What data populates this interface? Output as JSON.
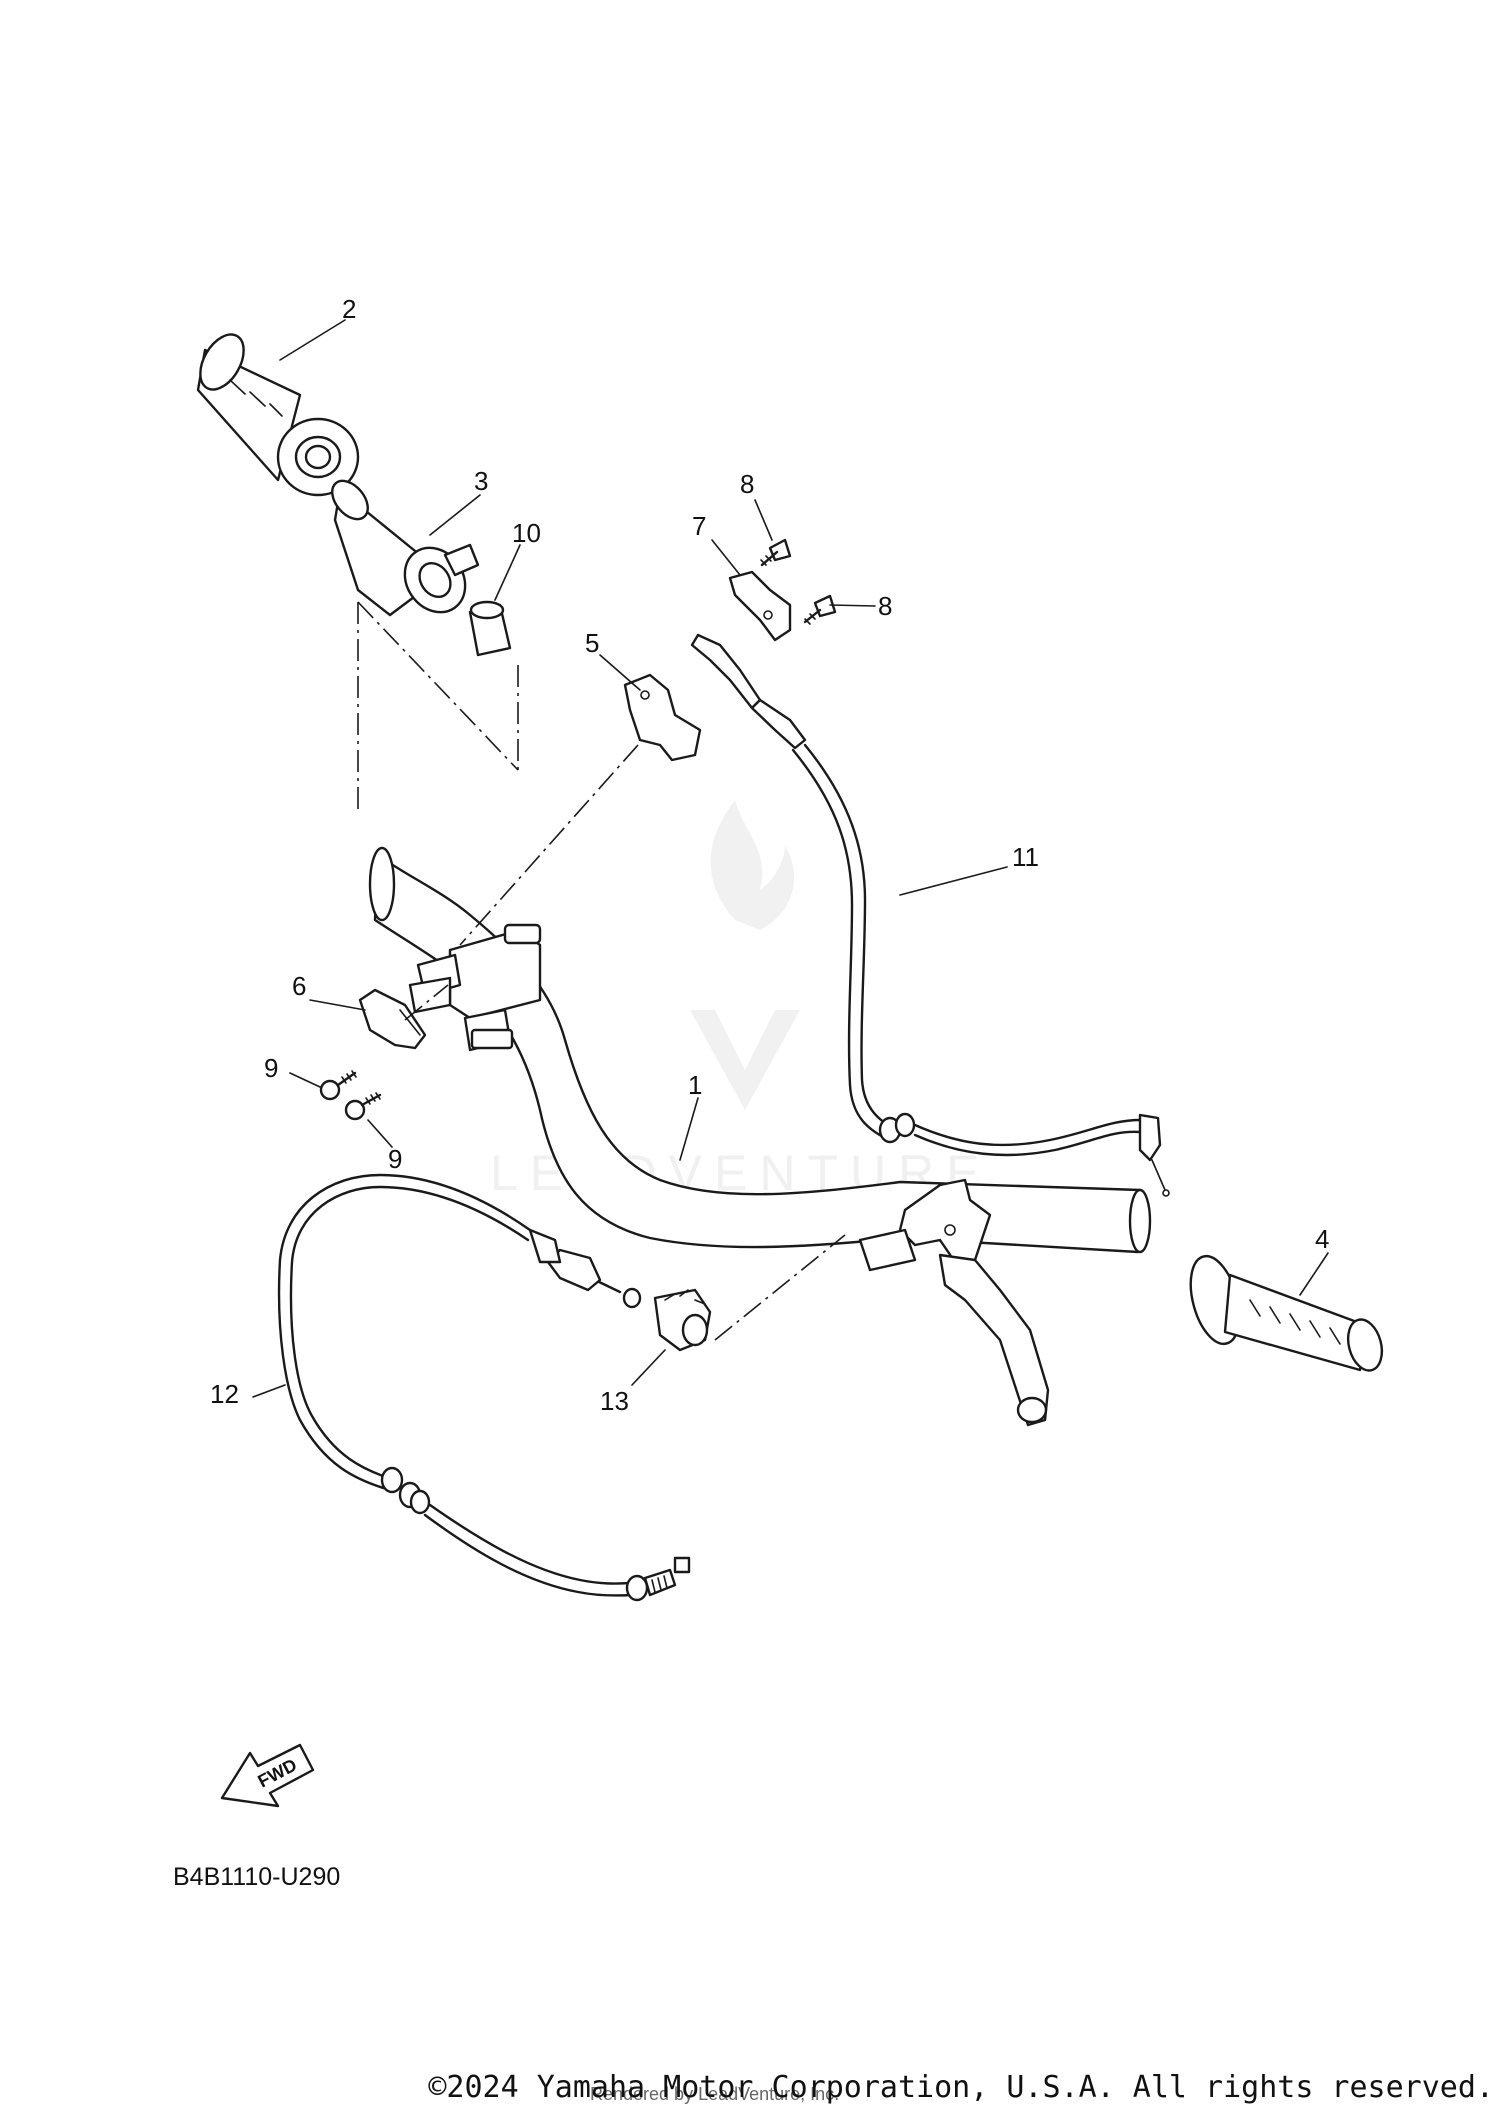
{
  "callouts": [
    {
      "id": "1",
      "label": "1"
    },
    {
      "id": "2",
      "label": "2"
    },
    {
      "id": "3",
      "label": "3"
    },
    {
      "id": "4",
      "label": "4"
    },
    {
      "id": "5",
      "label": "5"
    },
    {
      "id": "6",
      "label": "6"
    },
    {
      "id": "7",
      "label": "7"
    },
    {
      "id": "8a",
      "label": "8"
    },
    {
      "id": "8b",
      "label": "8"
    },
    {
      "id": "9a",
      "label": "9"
    },
    {
      "id": "9b",
      "label": "9"
    },
    {
      "id": "10",
      "label": "10"
    },
    {
      "id": "11",
      "label": "11"
    },
    {
      "id": "12",
      "label": "12"
    },
    {
      "id": "13",
      "label": "13"
    }
  ],
  "fwd_label": "FWD",
  "diagram_code": "B4B1110-U290",
  "watermark": "LEADVENTURE",
  "copyright": "©2024 Yamaha Motor Corporation, U.S.A. All rights reserved.",
  "rendered_by": "Rendered by LeadVenture, Inc."
}
